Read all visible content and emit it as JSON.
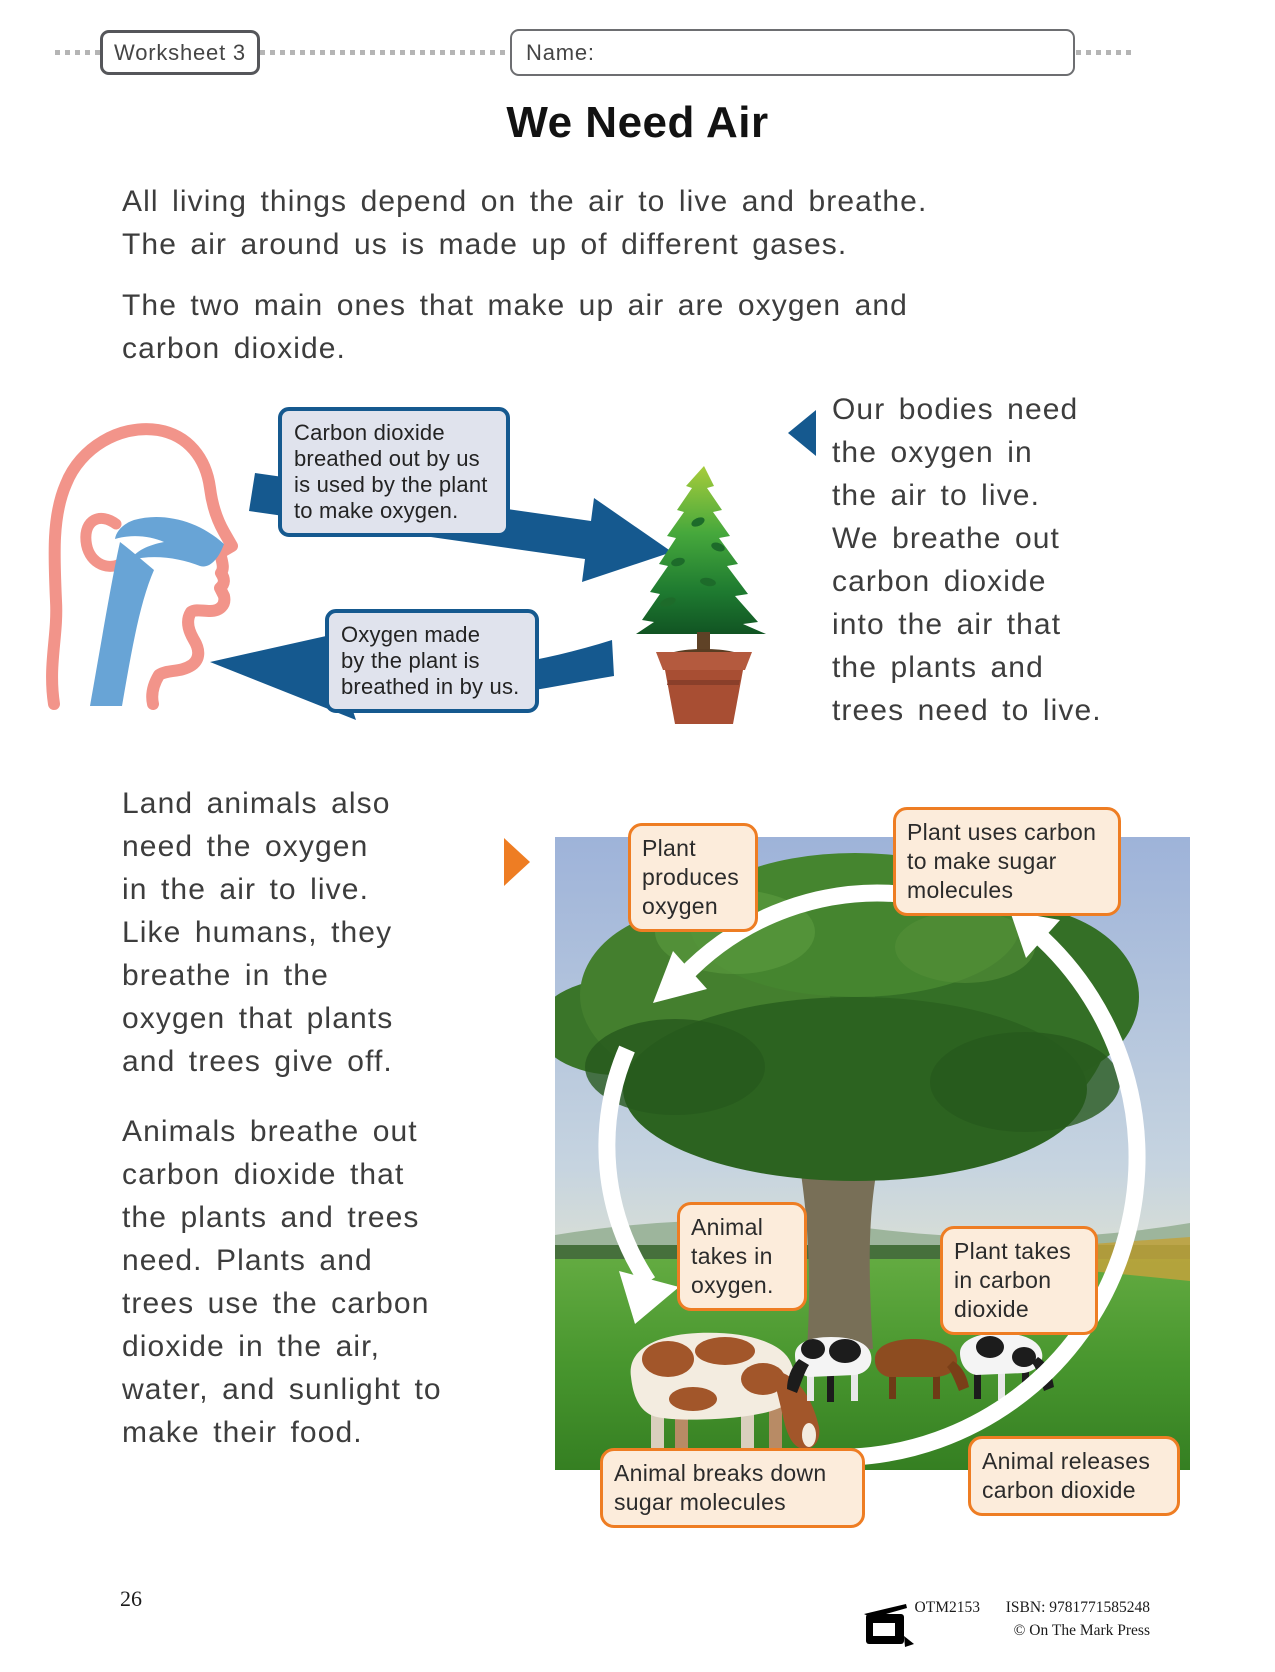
{
  "header": {
    "worksheet_label": "Worksheet 3",
    "name_label": "Name:"
  },
  "title": "We Need Air",
  "intro": {
    "para_1": "All living things depend on the air to live and breathe.\nThe air around us is made up of different gases.",
    "para_2": "The two main ones that make up air are oxygen and\ncarbon dioxide."
  },
  "breathing_diagram": {
    "callout_co2": "Carbon dioxide\nbreathed out by us\nis used by the plant\nto make oxygen.",
    "callout_o2": "Oxygen made\nby the plant is\nbreathed in by us.",
    "side_text": "Our bodies need\nthe oxygen in\nthe air to live.\nWe breathe out\ncarbon dioxide\ninto the air that\nthe plants and\ntrees need to live."
  },
  "land_animals": {
    "para_1": "Land animals also\nneed the oxygen\nin the air to live.\nLike humans, they\nbreathe in the\noxygen that plants\nand trees give off.",
    "para_2": "Animals breathe out\ncarbon dioxide that\nthe plants and trees\nneed. Plants and\ntrees use the carbon\ndioxide in the air,\nwater, and sunlight to\nmake their food."
  },
  "cycle_photo": {
    "callouts": [
      {
        "text": "Plant\nproduces\noxygen"
      },
      {
        "text": "Plant uses carbon\nto make sugar\nmolecules"
      },
      {
        "text": "Animal\ntakes in\noxygen."
      },
      {
        "text": "Plant takes\nin carbon\ndioxide"
      },
      {
        "text": "Animal breaks down\nsugar molecules"
      },
      {
        "text": "Animal releases\ncarbon dioxide"
      }
    ]
  },
  "footer": {
    "page_number": "26",
    "product_code": "OTM2153",
    "isbn": "ISBN: 9781771585248",
    "copyright": "© On The Mark Press"
  },
  "colors": {
    "accent_blue": "#15598f",
    "accent_orange": "#ee7d23",
    "blue_callout_fill": "#e0e3ed",
    "orange_callout_fill": "#fcecdb",
    "head_outline": "#f2948a",
    "airway_blue": "#68a4d6"
  }
}
